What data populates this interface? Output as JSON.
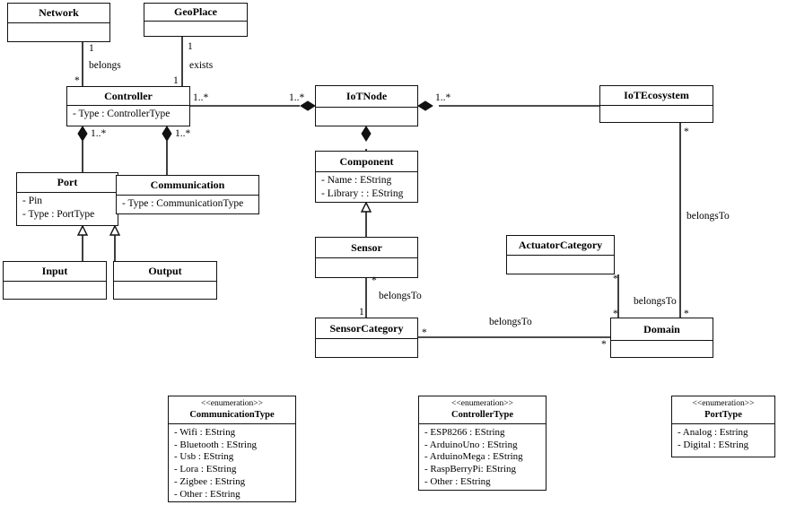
{
  "classes": {
    "network": {
      "name": "Network"
    },
    "geoplace": {
      "name": "GeoPlace"
    },
    "controller": {
      "name": "Controller",
      "attrs": [
        "- Type : ControllerType"
      ]
    },
    "iotnode": {
      "name": "IoTNode"
    },
    "iotecosystem": {
      "name": "IoTEcosystem"
    },
    "port": {
      "name": "Port",
      "attrs": [
        "-   Pin",
        "-   Type : PortType"
      ]
    },
    "communication": {
      "name": "Communication",
      "attrs": [
        "- Type : CommunicationType"
      ]
    },
    "component": {
      "name": "Component",
      "attrs": [
        "- Name : EString",
        "- Library : : EString"
      ]
    },
    "input": {
      "name": "Input"
    },
    "output": {
      "name": "Output"
    },
    "sensor": {
      "name": "Sensor"
    },
    "actuatorcategory": {
      "name": "ActuatorCategory"
    },
    "sensorcategory": {
      "name": "SensorCategory"
    },
    "domain": {
      "name": "Domain"
    }
  },
  "enumerations": {
    "communicationtype": {
      "stereotype": "<<enumeration>>",
      "name": "CommunicationType",
      "literals": [
        "- Wifi : EString",
        "- Bluetooth :  EString",
        "- Usb : EString",
        "- Lora : EString",
        "- Zigbee : EString",
        "- Other : EString"
      ]
    },
    "controllertype": {
      "stereotype": "<<enumeration>>",
      "name": "ControllerType",
      "literals": [
        "- ESP8266 : EString",
        "- ArduinoUno  :  EString",
        "- ArduinoMega : EString",
        "- RaspBerryPi: EString",
        "- Other : EString"
      ]
    },
    "porttype": {
      "stereotype": "<<enumeration>>",
      "name": "PortType",
      "literals": [
        "- Analog : Estring",
        "- Digital  : EString"
      ]
    }
  },
  "labels": {
    "network_mult": "1",
    "belongs": "belongs",
    "controller_top_mult": "*",
    "geoplace_mult": "1",
    "exists": "exists",
    "controller_geo_mult": "1",
    "controller_iotnode_mult": "1..*",
    "iotnode_left_mult": "1..*",
    "iotnode_right_mult": "1..*",
    "port_mult": "1..*",
    "communication_mult": "1..*",
    "sensor_mult": "*",
    "belongsto_sensor": "belongsTo",
    "sensorcategory_mult": "1",
    "belongsto_domain": "belongsTo",
    "sensorcategory_domain_mult": "*",
    "domain_left_mult": "*",
    "ecosystem_mult": "*",
    "belongsto_ecosystem": "belongsTo",
    "actuator_mult": "*",
    "belongsto_actuator": "belongsTo",
    "domain_actuator_mult": "*",
    "domain_ecosystem_mult": "*"
  }
}
